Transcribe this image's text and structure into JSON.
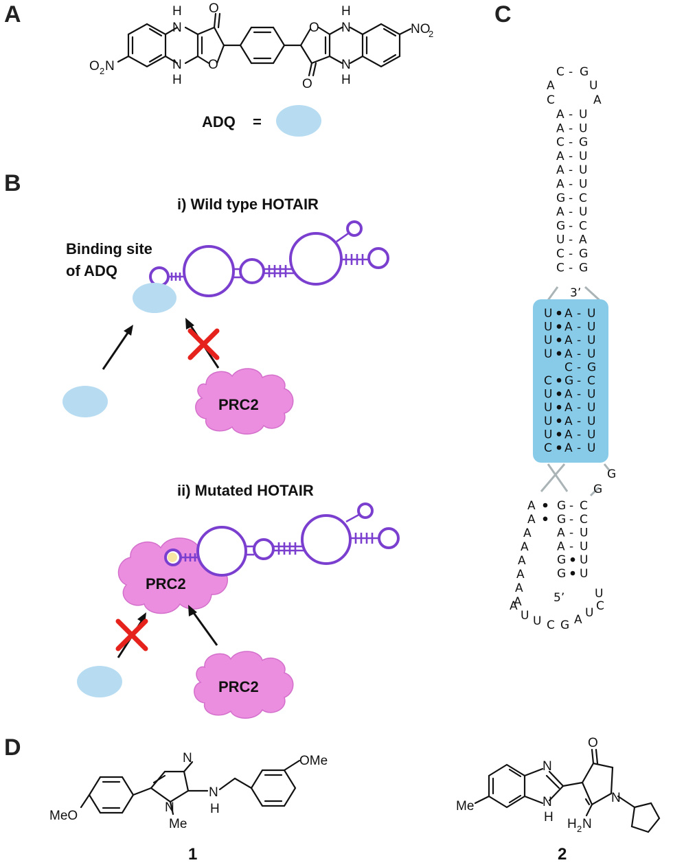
{
  "panels": {
    "a": "A",
    "b": "B",
    "c": "C",
    "d": "D"
  },
  "panel_a": {
    "atoms": {
      "nh": "H",
      "n": "N",
      "o": "O",
      "no2": "NO",
      "o2n": "O",
      "two": "2"
    },
    "legend": {
      "label": "ADQ",
      "equals": "="
    }
  },
  "panel_b": {
    "title_i": "i) Wild type HOTAIR",
    "binding_line1": "Binding site",
    "binding_line2": "of ADQ",
    "prc2": "PRC2",
    "title_ii": "ii) Mutated HOTAIR"
  },
  "panel_c": {
    "loop_top": [
      "C",
      "-",
      "G"
    ],
    "loop_left": [
      "A",
      "C"
    ],
    "loop_right": [
      "U",
      "A"
    ],
    "stem1": [
      [
        "A",
        "U"
      ],
      [
        "A",
        "U"
      ],
      [
        "C",
        "G"
      ],
      [
        "A",
        "U"
      ],
      [
        "A",
        "U"
      ],
      [
        "A",
        "U"
      ],
      [
        "G",
        "C"
      ],
      [
        "A",
        "U"
      ],
      [
        "G",
        "C"
      ],
      [
        "U",
        "A"
      ],
      [
        "C",
        "G"
      ],
      [
        "C",
        "G"
      ]
    ],
    "end3": "3’",
    "triplex": [
      [
        "U",
        "A",
        "U"
      ],
      [
        "U",
        "A",
        "U"
      ],
      [
        "U",
        "A",
        "U"
      ],
      [
        "U",
        "A",
        "U"
      ],
      [
        "",
        "C",
        "G"
      ],
      [
        "C",
        "G",
        "C"
      ],
      [
        "U",
        "A",
        "U"
      ],
      [
        "U",
        "A",
        "U"
      ],
      [
        "U",
        "A",
        "U"
      ],
      [
        "U",
        "A",
        "U"
      ],
      [
        "C",
        "A",
        "U"
      ]
    ],
    "g_right": [
      "G",
      "G"
    ],
    "stem2": [
      [
        "A",
        "G",
        "C"
      ],
      [
        "A",
        "G",
        "C"
      ],
      [
        "",
        "A",
        "U"
      ],
      [
        "",
        "A",
        "U"
      ],
      [
        "",
        "G",
        "U"
      ],
      [
        "",
        "G",
        "U"
      ]
    ],
    "poly_a": [
      "A",
      "A",
      "A",
      "A",
      "A",
      "A"
    ],
    "end5": "5’",
    "bottom_loop": [
      "A",
      "U",
      "U",
      "C",
      "G",
      "A",
      "U",
      "C",
      "U"
    ]
  },
  "panel_d": {
    "c1_labels": {
      "n": "N",
      "nh": "N",
      "h": "H",
      "me": "Me",
      "ome": "OMe",
      "meo": "MeO"
    },
    "c1_number": "1",
    "c2_labels": {
      "n": "N",
      "nh": "N",
      "h": "H",
      "o": "O",
      "me": "Me",
      "h2n": "H",
      "h2n_tail": "N",
      "two": "2",
      "n_ring": "N"
    },
    "c2_number": "2"
  }
}
